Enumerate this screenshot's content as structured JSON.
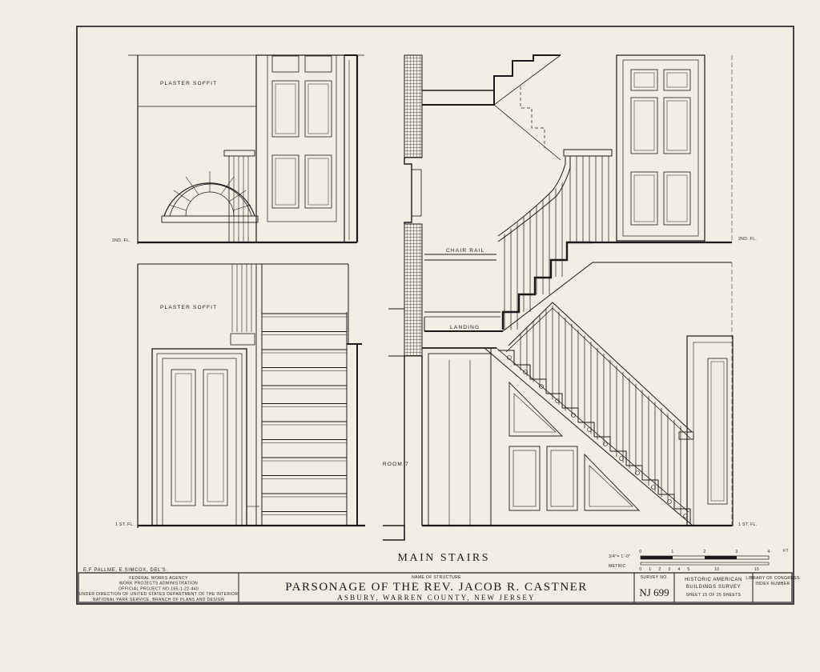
{
  "drawing": {
    "view_title": "MAIN STAIRS",
    "drawn_by": "E.F PALLME, E.SIMCOX, DEL'S.",
    "labels": {
      "plaster_soffit_upper": "PLASTER SOFFIT",
      "plaster_soffit_lower": "PLASTER SOFFIT",
      "second_fl_left": "2ND. FL.",
      "second_fl_right": "2ND. FL.",
      "first_fl_left": "1 ST. FL.",
      "first_fl_right": "1 ST. FL.",
      "chair_rail": "CHAIR RAIL",
      "landing": "LANDING",
      "room": "ROOM 7"
    }
  },
  "scale": {
    "imperial_label": "3/4\"= 1'-0\"",
    "metric_label": "METRIC",
    "feet_ticks": [
      "0",
      "1",
      "2",
      "3",
      "4"
    ],
    "feet_unit": "FT",
    "metric_ticks": [
      "0",
      "1",
      "2",
      "3",
      "4",
      "5",
      "10",
      "15"
    ]
  },
  "title_block": {
    "agency": [
      "FEDERAL WORKS AGENCY",
      "WORK PROJECTS ADMINISTRATION",
      "OFFICIAL PROJECT NO.165-1-22-440",
      "UNDER DIRECTION OF UNITED STATES DEPARTMENT OF THE INTERIOR",
      "NATIONAL PARK SERVICE, BRANCH OF PLANS AND DESIGN"
    ],
    "name_caption": "NAME OF STRUCTURE",
    "structure_name": "PARSONAGE OF THE REV. JACOB R. CASTNER",
    "location": "ASBURY, WARREN COUNTY, NEW JERSEY",
    "survey_caption": "SURVEY NO.",
    "survey_no": "NJ 699",
    "habs": [
      "HISTORIC AMERICAN",
      "BUILDINGS SURVEY"
    ],
    "sheet": "SHEET 15 OF 25 SHEETS",
    "library": [
      "LIBRARY OF CONGRESS",
      "INDEX NUMBER"
    ]
  }
}
